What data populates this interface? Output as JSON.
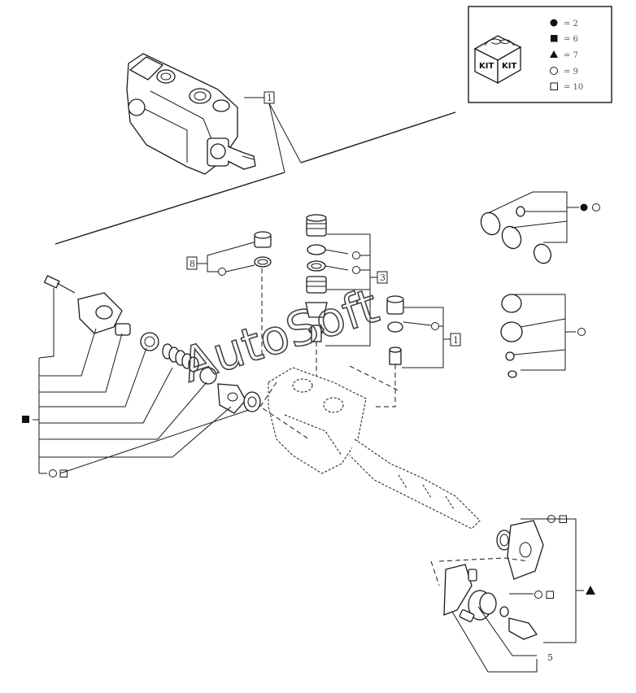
{
  "kit_box": {
    "kit_label": "KIT",
    "legend": [
      {
        "symbol": "filled-circle",
        "text": "= 2"
      },
      {
        "symbol": "filled-square",
        "text": "= 6"
      },
      {
        "symbol": "filled-triangle",
        "text": "= 7"
      },
      {
        "symbol": "open-circle",
        "text": "= 9"
      },
      {
        "symbol": "open-square",
        "text": "= 10"
      }
    ]
  },
  "callouts": {
    "ref_top": "1",
    "ref_8": "8",
    "ref_3": "3",
    "ref_1": "1",
    "ref_5": "5"
  },
  "watermark": "AutoSoft"
}
